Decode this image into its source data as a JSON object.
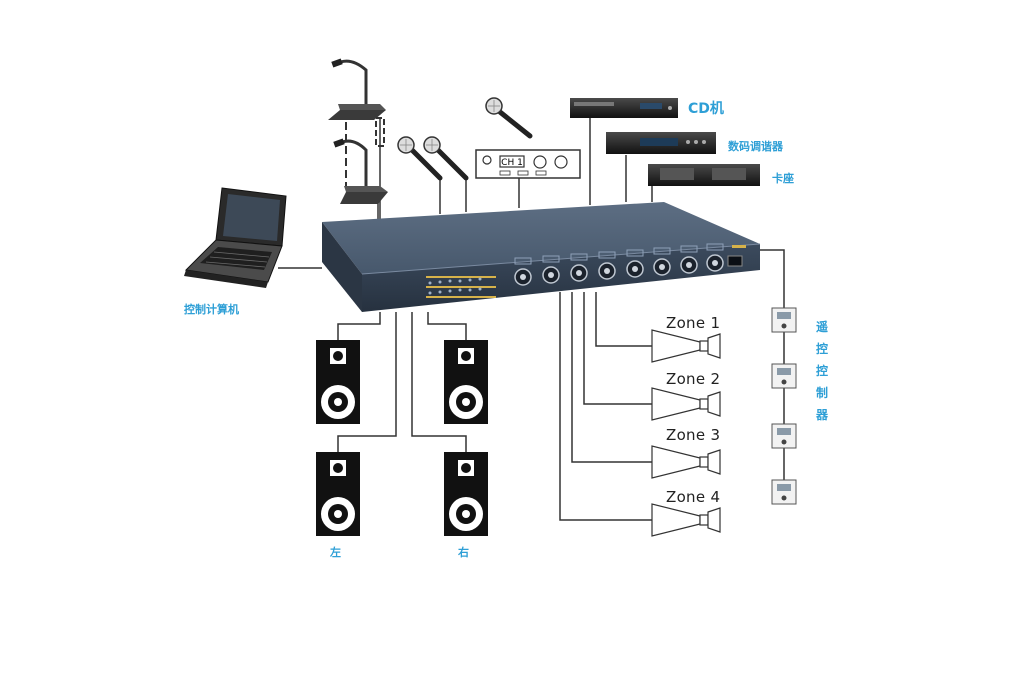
{
  "labels": {
    "cd_player": "CD机",
    "digital_tuner": "数码调谐器",
    "cassette_deck": "卡座",
    "control_computer": "控制计算机",
    "remote_controller": "遥控控制器",
    "left": "左",
    "right": "右",
    "wireless_receiver_channel": "CH 1"
  },
  "zones": [
    "Zone 1",
    "Zone 2",
    "Zone 3",
    "Zone 4"
  ],
  "colors": {
    "label_blue": "#2e9fd6",
    "chassis": "#3f4f63",
    "wire": "#333333"
  }
}
